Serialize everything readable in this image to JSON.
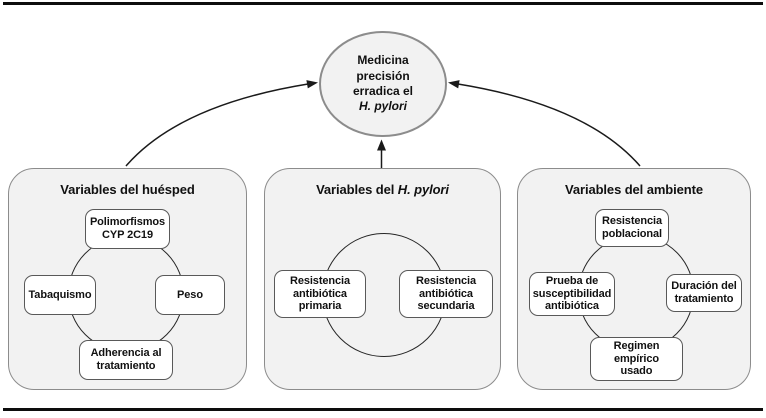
{
  "colors": {
    "panel_fill": "#f2f2f2",
    "panel_border": "#8c8c8c",
    "node_border": "#595959",
    "line": "#1a1a1a",
    "rule": "#0d0d0d"
  },
  "figure": {
    "center_node": {
      "line1": "Medicina",
      "line2": "precisión",
      "line3": "erradica el",
      "line4": "H. pylori"
    },
    "panels": {
      "host": {
        "title": "Variables del huésped",
        "nodes": {
          "top": "Polimorfismos\nCYP 2C19",
          "left": "Tabaquismo",
          "right": "Peso",
          "bottom": "Adherencia al\ntratamiento"
        }
      },
      "pylori": {
        "title_prefix": "Variables del",
        "title_italic": "H. pylori",
        "nodes": {
          "left": "Resistencia\nantibiótica\nprimaria",
          "right": "Resistencia\nantibiótica\nsecundaria"
        }
      },
      "environment": {
        "title": "Variables del ambiente",
        "nodes": {
          "top": "Resistencia\npoblacional",
          "left": "Prueba de\nsusceptibilidad\nantibiótica",
          "right": "Duración del\ntratamiento",
          "bottom": "Regimen\nempírico\nusado"
        }
      }
    }
  }
}
